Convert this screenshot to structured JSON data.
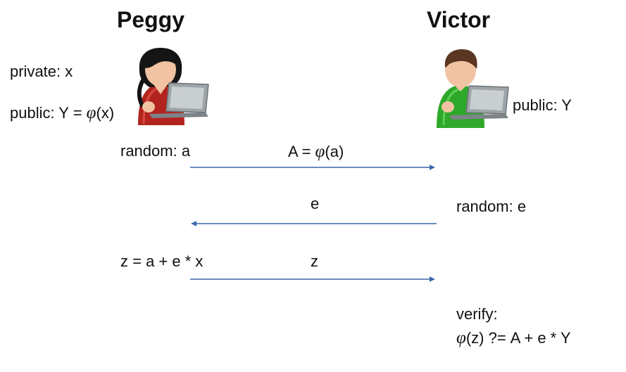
{
  "participants": {
    "prover": {
      "name": "Peggy"
    },
    "verifier": {
      "name": "Victor"
    }
  },
  "prover_info": {
    "private_prefix": "private:",
    "private_value": "x",
    "public_prefix": "public: Y =",
    "public_phi": "φ",
    "public_suffix": "(x)"
  },
  "verifier_info": {
    "public_text": "public:  Y"
  },
  "messages": [
    {
      "direction": "right",
      "left_label": "random: a",
      "label_phi": "φ",
      "label_prefix": "A =",
      "label_suffix": "(a)"
    },
    {
      "direction": "left",
      "label": "e",
      "right_label": "random: e"
    },
    {
      "direction": "right",
      "left_label": "z = a + e * x",
      "label": "z"
    }
  ],
  "verify": {
    "title": "verify:",
    "phi": "φ",
    "expression": "(z) ?= A + e * Y"
  },
  "colors": {
    "arrow": "#3a66a8",
    "prover_shirt": "#b3241e",
    "verifier_shirt": "#2ea82a",
    "laptop": "#9ea4a8"
  },
  "icons": {
    "prover": "person-with-laptop-icon",
    "verifier": "person-with-laptop-icon"
  }
}
